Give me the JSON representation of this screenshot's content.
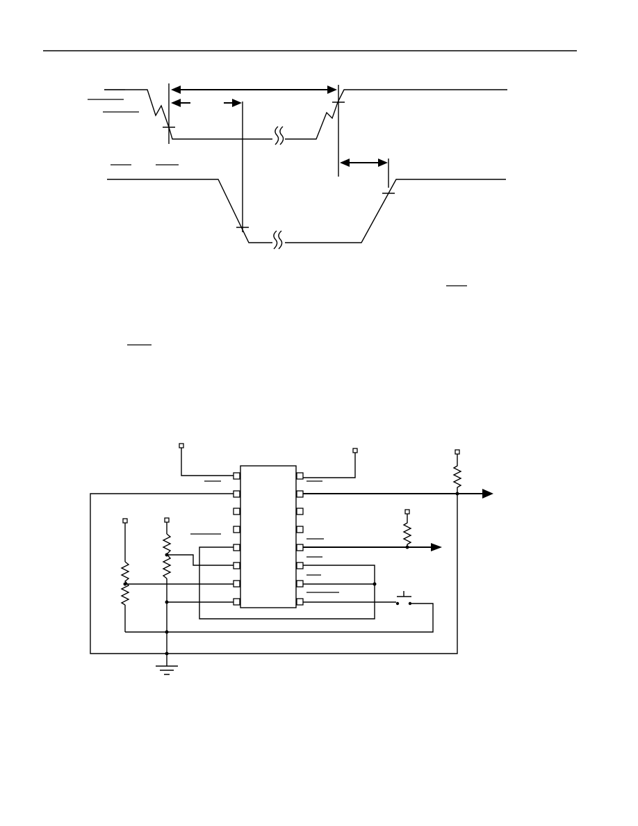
{
  "page": {
    "background": "#ffffff",
    "ink": "#000000"
  },
  "timing_diagram": {
    "signals": 2,
    "break_markers": 2
  },
  "circuit": {
    "ic_left_pins": 8,
    "ic_right_pins": 8,
    "pull_up_resistors": 4,
    "pushbutton": 1,
    "ground_symbol": 1
  }
}
